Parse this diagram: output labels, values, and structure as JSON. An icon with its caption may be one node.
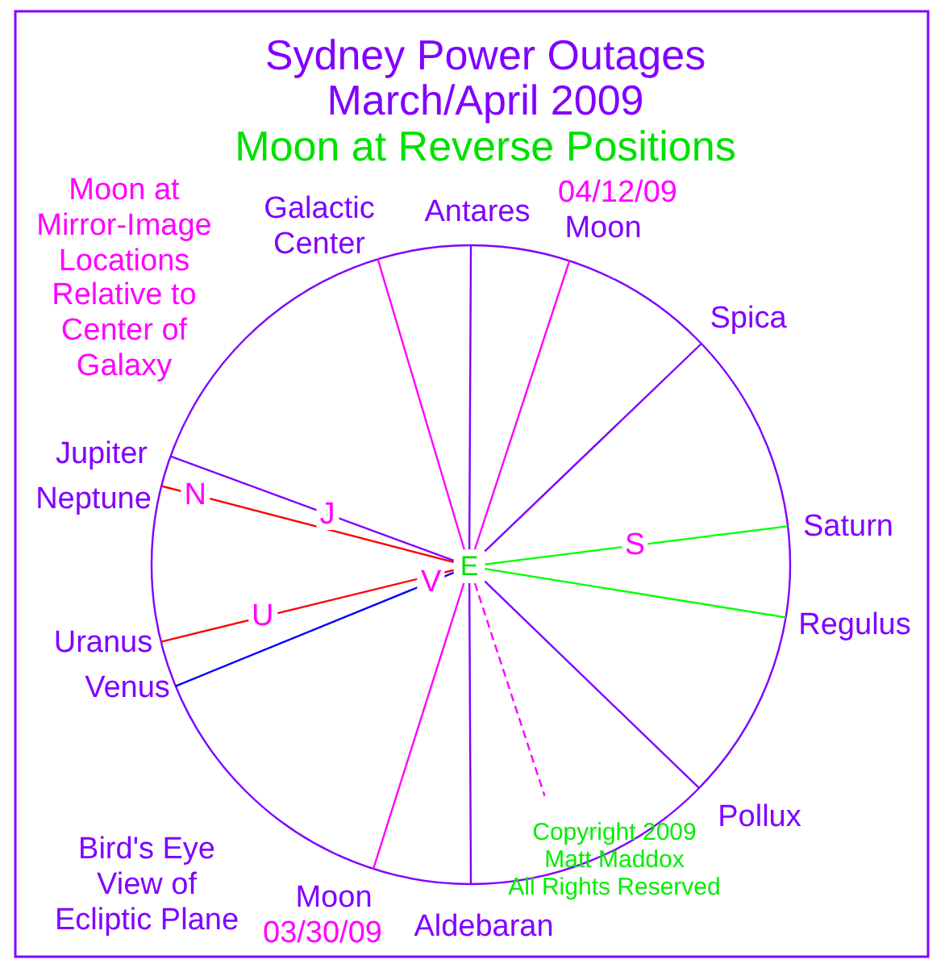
{
  "diagram": {
    "title": "Sydney Power Outages March/April 2009",
    "nodes": [
      {
        "text": [
          "Galactic Center"
        ]
      },
      {
        "text": [
          "Antares"
        ]
      },
      {
        "text": [
          "04/12/09",
          "Moon"
        ]
      },
      {
        "text": [
          "Spica"
        ]
      },
      {
        "text": [
          "Jupiter"
        ]
      },
      {
        "text": [
          "Neptune"
        ]
      },
      {
        "text": [
          "E"
        ]
      },
      {
        "text": [
          "Saturn"
        ]
      },
      {
        "text": [
          "Regulus"
        ]
      },
      {
        "text": [
          "Uranus"
        ]
      },
      {
        "text": [
          "Venus"
        ]
      },
      {
        "text": [
          "Pollux"
        ]
      },
      {
        "text": [
          "Moon",
          "03/30/09"
        ]
      },
      {
        "text": [
          "Aldebaran"
        ]
      }
    ],
    "edges": [
      {
        "from": 6,
        "to": 1,
        "arrow": "none"
      },
      {
        "from": 6,
        "to": 2,
        "arrow": "none",
        "color": "#ff00ff"
      },
      {
        "from": 6,
        "to": 3,
        "arrow": "none"
      },
      {
        "from": 6,
        "to": 7,
        "arrow": "none",
        "label": "S",
        "color": "#00ff00"
      },
      {
        "from": 6,
        "to": 8,
        "arrow": "none",
        "color": "#00ff00"
      },
      {
        "from": 6,
        "to": 11,
        "arrow": "none"
      },
      {
        "from": 6,
        "to": null,
        "arrow": "none",
        "style": "dashed",
        "color": "#ff00ff"
      },
      {
        "from": 6,
        "to": 13,
        "arrow": "none"
      },
      {
        "from": 6,
        "to": 12,
        "arrow": "none",
        "color": "#ff00ff"
      },
      {
        "from": 6,
        "to": 10,
        "arrow": "none",
        "label": "V",
        "color": "#0000ff"
      },
      {
        "from": 6,
        "to": 9,
        "arrow": "none",
        "label": "U",
        "color": "#ff0000"
      },
      {
        "from": 6,
        "to": 5,
        "arrow": "none",
        "label": "N",
        "color": "#ff0000"
      },
      {
        "from": 6,
        "to": 4,
        "arrow": "none",
        "label": "J"
      },
      {
        "from": 6,
        "to": 0,
        "arrow": "none",
        "color": "#ff00ff"
      }
    ],
    "labels": [
      "Moon at Reverse Positions",
      "Moon at Mirror-Image Locations Relative to Center of Galaxy",
      "Bird's Eye View of Ecliptic Plane",
      "Copyright 2009 Matt Maddox All Rights Reserved"
    ]
  }
}
